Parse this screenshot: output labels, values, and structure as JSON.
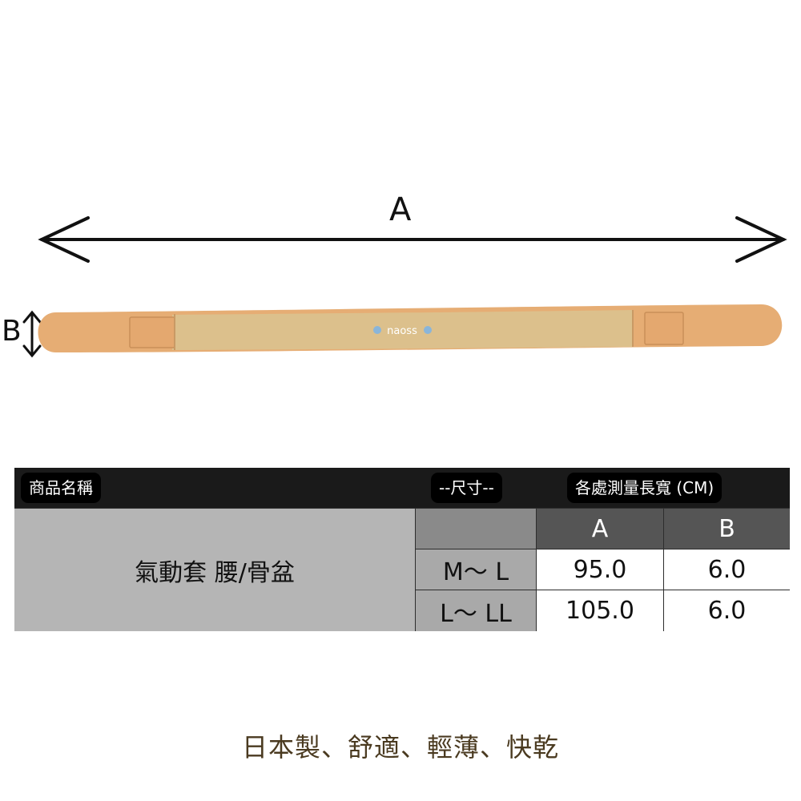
{
  "diagram": {
    "dim_a": "A",
    "dim_b": "B",
    "brand": "naoss"
  },
  "table": {
    "header": {
      "product_name": "商品名稱",
      "size": "--尺寸--",
      "measure": "各處測量長寬 (CM)"
    },
    "product": "氣動套 腰/骨盆",
    "col_a": "A",
    "col_b": "B",
    "rows": [
      {
        "size": "M～ L",
        "a": "95.0",
        "b": "6.0"
      },
      {
        "size": "L～ LL",
        "a": "105.0",
        "b": "6.0"
      }
    ]
  },
  "footer": "日本製、舒適、輕薄、快乾",
  "colors": {
    "belt": "#e7b17a",
    "belt_center": "#dcc08c",
    "table_header": "#1a1a1a"
  }
}
